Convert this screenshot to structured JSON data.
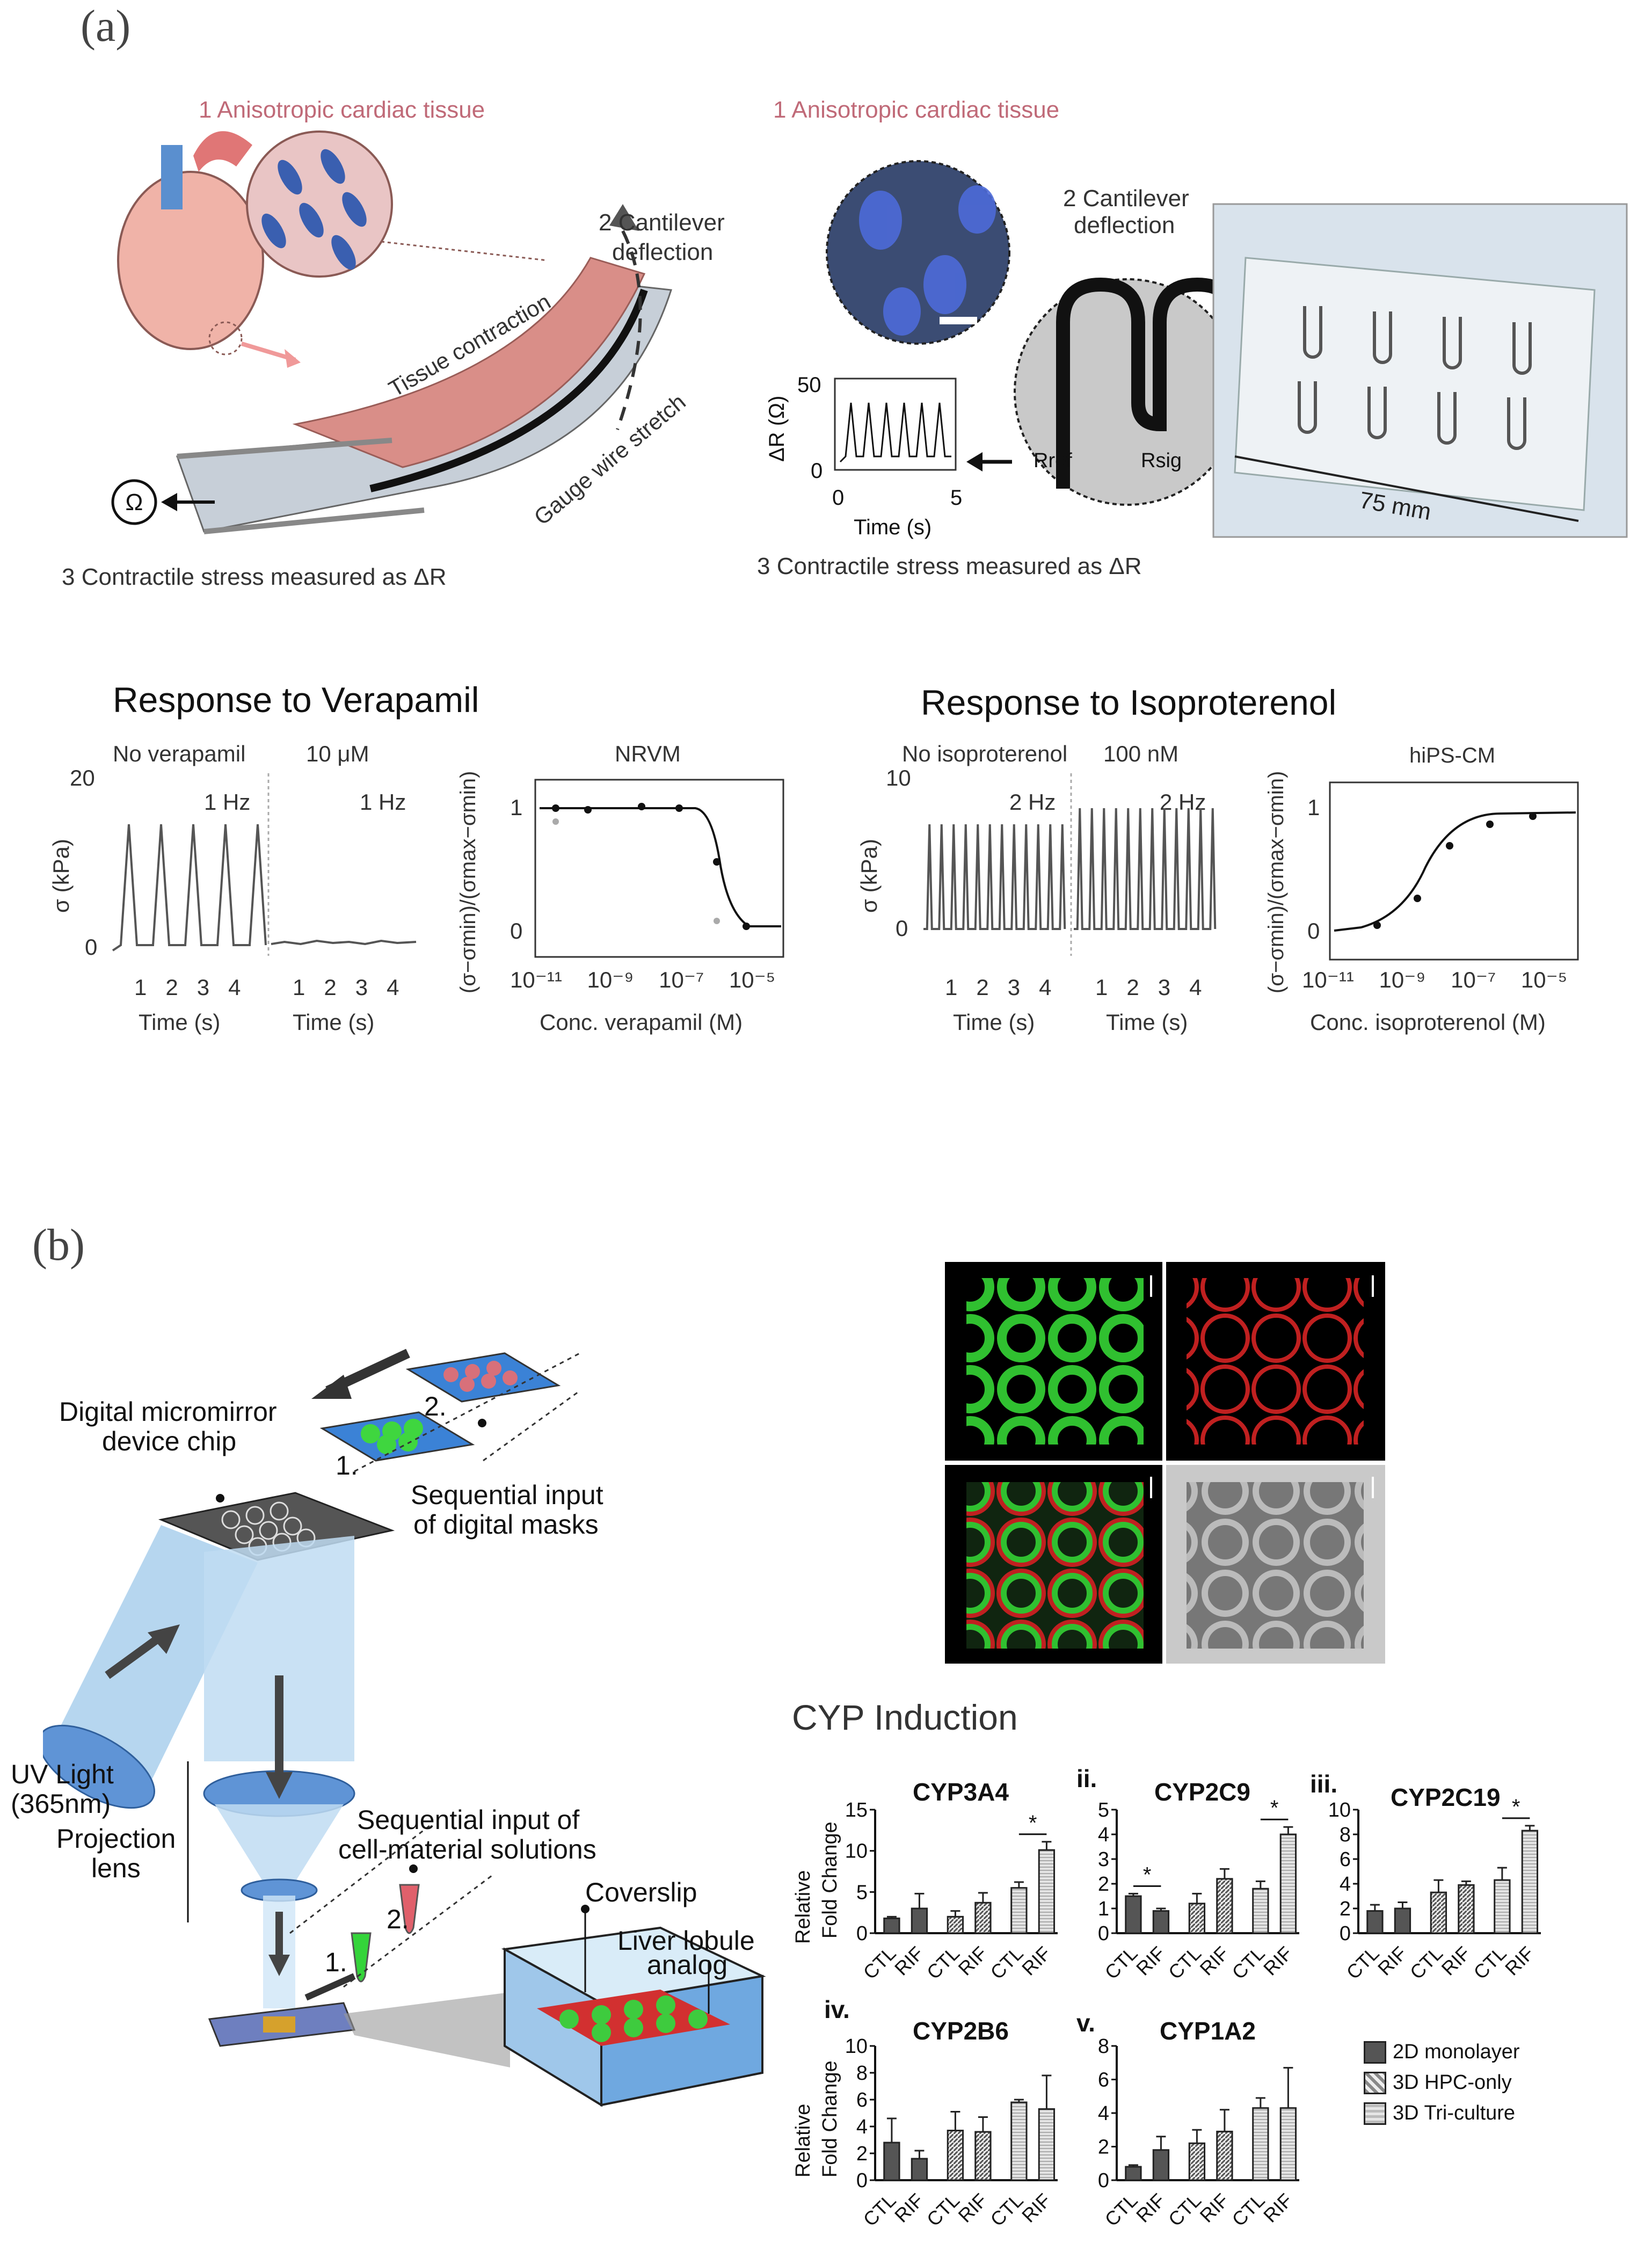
{
  "panel_a": {
    "letter": "(a)",
    "left_schematic": {
      "label_1": "1 Anisotropic cardiac tissue",
      "label_2a": "2 Cantilever",
      "label_2b": "deflection",
      "tissue_contraction": "Tissue contraction",
      "gauge_wire": "Gauge wire stretch",
      "ohm": "Ω",
      "label_3": "3 Contractile stress measured as ΔR"
    },
    "right_schematic": {
      "label_1": "1 Anisotropic cardiac tissue",
      "label_2a": "2 Cantilever",
      "label_2b": "deflection",
      "inset_ylabel": "ΔR (Ω)",
      "inset_y_max": "50",
      "inset_y_min": "0",
      "inset_x_min": "0",
      "inset_x_max": "5",
      "inset_xlabel": "Time (s)",
      "r_ref": "Rref",
      "r_sig": "Rsig",
      "scale": "75 mm",
      "label_3": "3 Contractile stress measured as ΔR"
    },
    "verapamil": {
      "title": "Response to Verapamil",
      "no_label": "No verapamil",
      "dose_label": "10 μM",
      "hz1": "1 Hz",
      "hz2": "1 Hz",
      "ylabel": "σ (kPa)",
      "y_top": "20",
      "y_zero": "0",
      "ticks": [
        "1",
        "2",
        "3",
        "4"
      ],
      "xlabel": "Time (s)",
      "dose_title": "NRVM",
      "dose_ylabel": "(σ−σmin)/(σmax−σmin)",
      "dose_y1": "1",
      "dose_y0": "0",
      "dose_xlabel": "Conc. verapamil (M)",
      "dose_xticks": [
        "10⁻¹¹",
        "10⁻⁹",
        "10⁻⁷",
        "10⁻⁵"
      ]
    },
    "isoproterenol": {
      "title": "Response to Isoproterenol",
      "no_label": "No isoproterenol",
      "dose_label": "100 nM",
      "hz1": "2 Hz",
      "hz2": "2 Hz",
      "ylabel": "σ (kPa)",
      "y_top": "10",
      "y_zero": "0",
      "ticks": [
        "1",
        "2",
        "3",
        "4"
      ],
      "xlabel": "Time (s)",
      "dose_title": "hiPS-CM",
      "dose_ylabel": "(σ−σmin)/(σmax−σmin)",
      "dose_y1": "1",
      "dose_y0": "0",
      "dose_xlabel": "Conc. isoproterenol (M)",
      "dose_xticks": [
        "10⁻¹¹",
        "10⁻⁹",
        "10⁻⁷",
        "10⁻⁵"
      ]
    }
  },
  "panel_b": {
    "letter": "(b)",
    "dmd_a": "Digital micromirror",
    "dmd_b": "device chip",
    "mask_1": "1.",
    "mask_2": "2.",
    "seq_masks_a": "Sequential input",
    "seq_masks_b": "of digital masks",
    "uv_a": "UV Light",
    "uv_b": "(365nm)",
    "proj_a": "Projection",
    "proj_b": "lens",
    "seq_cell_a": "Sequential input of",
    "seq_cell_b": "cell-material solutions",
    "tube_1": "1.",
    "tube_2": "2.",
    "coverslip": "Coverslip",
    "lobule_a": "Liver lobule",
    "lobule_b": "analog",
    "cyp_title": "CYP Induction",
    "ylabel_a": "Relative",
    "ylabel_b": "Fold Change",
    "legend": [
      {
        "name": "2D monolayer",
        "color": "#555555"
      },
      {
        "name": "3D HPC-only",
        "color": "#bbbbbb"
      },
      {
        "name": "3D Tri-culture",
        "color": "#d9d9d9"
      }
    ],
    "star": "*"
  },
  "chart_data": [
    {
      "type": "bar",
      "title": "CYP3A4",
      "roman": "",
      "categories": [
        "CTL",
        "RIF",
        "CTL",
        "RIF",
        "CTL",
        "RIF"
      ],
      "groups": [
        "2D monolayer",
        "3D HPC-only",
        "3D Tri-culture"
      ],
      "values": [
        1.8,
        3.0,
        2.0,
        3.7,
        5.5,
        10.1
      ],
      "errors": [
        0.2,
        1.8,
        0.7,
        1.2,
        0.7,
        1.0
      ],
      "ylim": [
        0,
        15
      ],
      "yticks": [
        "0",
        "5",
        "10",
        "15"
      ],
      "significance": [
        [
          4,
          5
        ]
      ]
    },
    {
      "type": "bar",
      "title": "CYP2C9",
      "roman": "ii.",
      "categories": [
        "CTL",
        "RIF",
        "CTL",
        "RIF",
        "CTL",
        "RIF"
      ],
      "groups": [
        "2D monolayer",
        "3D HPC-only",
        "3D Tri-culture"
      ],
      "values": [
        1.5,
        0.9,
        1.2,
        2.2,
        1.8,
        4.0
      ],
      "errors": [
        0.1,
        0.1,
        0.4,
        0.4,
        0.3,
        0.3
      ],
      "ylim": [
        0,
        5
      ],
      "yticks": [
        "0",
        "1",
        "2",
        "3",
        "4",
        "5"
      ],
      "significance": [
        [
          0,
          1
        ],
        [
          4,
          5
        ]
      ]
    },
    {
      "type": "bar",
      "title": "CYP2C19",
      "roman": "iii.",
      "categories": [
        "CTL",
        "RIF",
        "CTL",
        "RIF",
        "CTL",
        "RIF"
      ],
      "groups": [
        "2D monolayer",
        "3D HPC-only",
        "3D Tri-culture"
      ],
      "values": [
        1.8,
        2.0,
        3.3,
        3.9,
        4.3,
        8.3
      ],
      "errors": [
        0.5,
        0.5,
        1.0,
        0.3,
        1.0,
        0.4
      ],
      "ylim": [
        0,
        10
      ],
      "yticks": [
        "0",
        "2",
        "4",
        "6",
        "8",
        "10"
      ],
      "significance": [
        [
          4,
          5
        ]
      ]
    },
    {
      "type": "bar",
      "title": "CYP2B6",
      "roman": "iv.",
      "categories": [
        "CTL",
        "RIF",
        "CTL",
        "RIF",
        "CTL",
        "RIF"
      ],
      "groups": [
        "2D monolayer",
        "3D HPC-only",
        "3D Tri-culture"
      ],
      "values": [
        2.8,
        1.6,
        3.7,
        3.6,
        5.8,
        5.3
      ],
      "errors": [
        1.8,
        0.6,
        1.4,
        1.1,
        0.2,
        2.5
      ],
      "ylim": [
        0,
        10
      ],
      "yticks": [
        "0",
        "2",
        "4",
        "6",
        "8",
        "10"
      ],
      "significance": []
    },
    {
      "type": "bar",
      "title": "CYP1A2",
      "roman": "v.",
      "categories": [
        "CTL",
        "RIF",
        "CTL",
        "RIF",
        "CTL",
        "RIF"
      ],
      "groups": [
        "2D monolayer",
        "3D HPC-only",
        "3D Tri-culture"
      ],
      "values": [
        0.8,
        1.8,
        2.2,
        2.9,
        4.3,
        4.3
      ],
      "errors": [
        0.1,
        0.8,
        0.8,
        1.3,
        0.6,
        2.4
      ],
      "ylim": [
        0,
        8
      ],
      "yticks": [
        "0",
        "2",
        "4",
        "6",
        "8"
      ],
      "significance": []
    }
  ]
}
